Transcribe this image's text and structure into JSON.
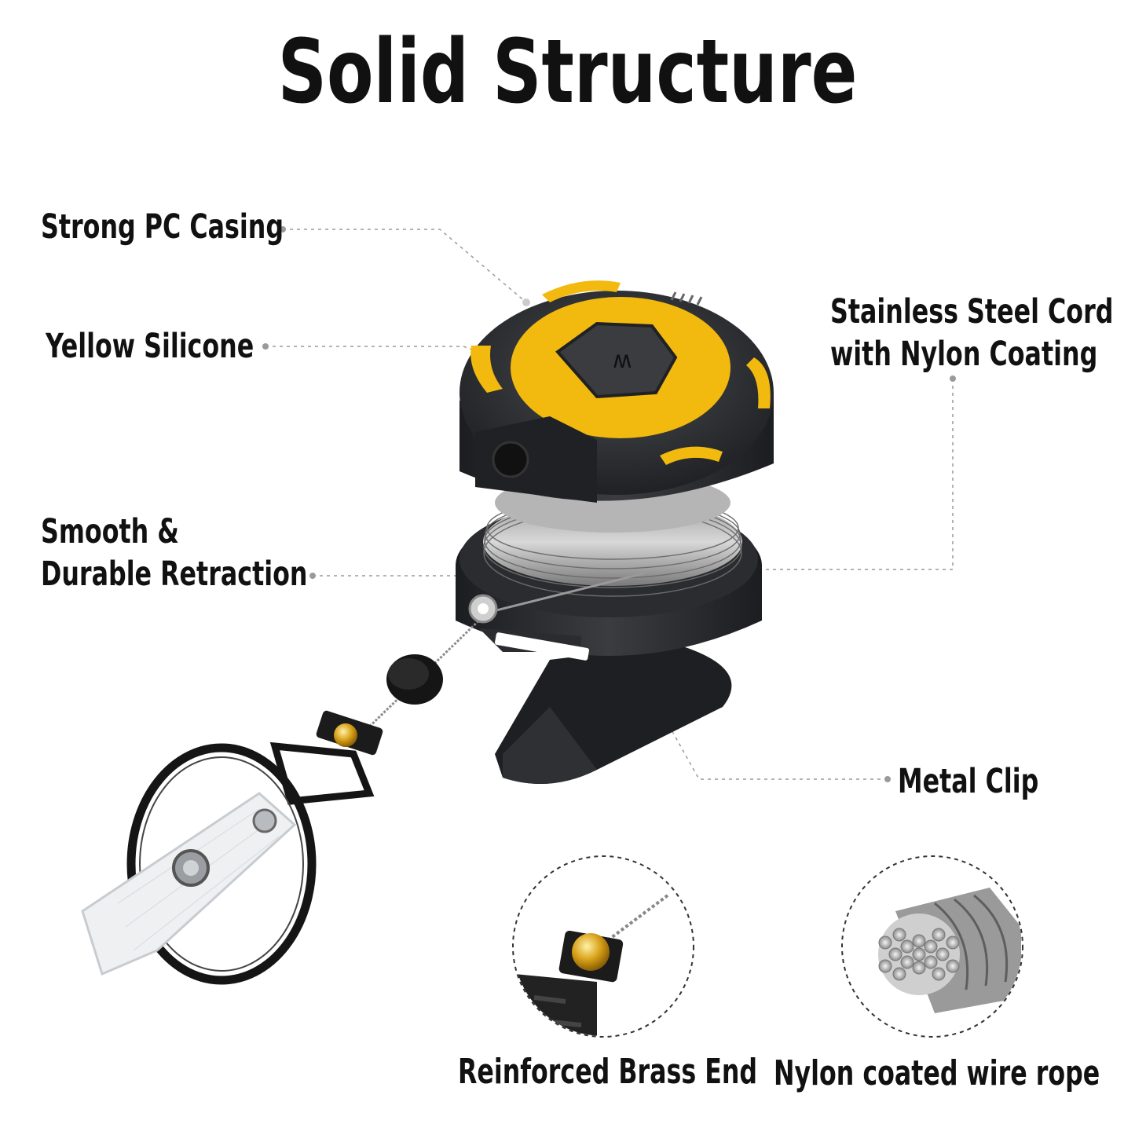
{
  "title": "Solid Structure",
  "labels": {
    "casing": "Strong PC Casing",
    "silicone": "Yellow Silicone",
    "retraction_line1": "Smooth &",
    "retraction_line2": "Durable Retraction",
    "cord_line1": "Stainless Steel Cord",
    "cord_line2": "with Nylon Coating",
    "clip": "Metal Clip"
  },
  "captions": {
    "brass_end": "Reinforced Brass End",
    "wire_rope": "Nylon coated wire rope"
  },
  "colors": {
    "accent_yellow": "#f2b90f",
    "body_dark": "#2b2d30",
    "text": "#111111",
    "leader_line": "#9a9a9a"
  },
  "icons": [
    "reel-product-illustration",
    "key-ring-illustration",
    "badge-strap-illustration",
    "brass-end-detail-illustration",
    "wire-rope-detail-illustration"
  ]
}
